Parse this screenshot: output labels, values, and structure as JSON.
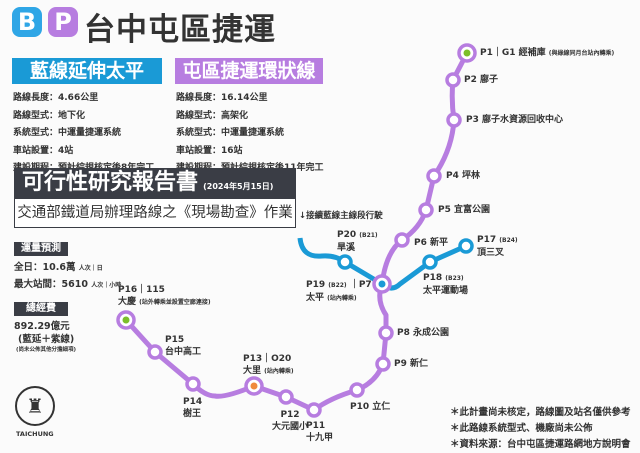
{
  "header": {
    "badge_b": "B",
    "badge_p": "P",
    "title": "台中屯區捷運"
  },
  "blue_line": {
    "title": "藍線延伸太平",
    "rows": [
      "路線長度：4.66公里",
      "路線型式：地下化",
      "系統型式：中運量捷運系統",
      "車站設置：4站",
      "建設期程：預計綜規核定後8年完工"
    ]
  },
  "purple_line": {
    "title": "屯區捷運環狀線",
    "rows": [
      "路線長度：16.14公里",
      "路線型式：高架化",
      "系統型式：中運量捷運系統",
      "車站設置：16站",
      "建設期程：預計綜規核定後11年完工"
    ]
  },
  "report": {
    "title": "可行性研究報告書",
    "date": "(2024年5月15日)",
    "subtitle": "交通部鐵道局辦理路線之《現場勘查》作業"
  },
  "connect_note": "↓接續藍線主線段行駛",
  "ridership": {
    "label": "運量預測",
    "daily": "全日：10.6萬",
    "daily_unit": "人次｜日",
    "peak": "最大站間：5610",
    "peak_unit": "人次｜小時"
  },
  "budget": {
    "label": "總經費",
    "amount": "892.29億元",
    "scope": "(藍延＋紫線)",
    "note": "(尚未公佈其他分擔細項)"
  },
  "stations": {
    "p1": {
      "name": "P1｜G1 經補庫",
      "note": "(與綠線同月台站內轉乘)"
    },
    "p2": "P2 廍子",
    "p3": "P3 廍子水資源回收中心",
    "p4": "P4 坪林",
    "p5": "P5 宜富公園",
    "p6": "P6 新平",
    "p17": {
      "code": "P17",
      "sub": "(B24)",
      "name": "頂三叉"
    },
    "p18": {
      "code": "P18",
      "sub": "(B23)",
      "name": "太平運動場"
    },
    "p20": {
      "code": "P20",
      "sub": "(B21)",
      "name": "旱溪"
    },
    "p19": {
      "code": "P19",
      "sub": "(B22)",
      "code2": "｜P7",
      "name": "太平",
      "note": "(站內轉乘)"
    },
    "p8": "P8 永成公園",
    "p9": "P9 新仁",
    "p10": "P10 立仁",
    "p11": {
      "code": "P11",
      "name": "十九甲"
    },
    "p12": {
      "code": "P12",
      "name": "大元國小"
    },
    "p13": {
      "code": "P13｜O20",
      "name": "大里",
      "note": "(站內轉乘)"
    },
    "p14": {
      "code": "P14",
      "name": "樹王"
    },
    "p15": {
      "code": "P15",
      "name": "台中高工"
    },
    "p16": {
      "code": "P16｜115",
      "name": "大慶",
      "note": "(站外轉乘並設置空廊連接)"
    }
  },
  "notes": [
    "＊此計畫尚未核定，路線圖及站名僅供參考",
    "＊此路線系統型式、機廠尚未公佈",
    "＊資料來源：台中屯區捷運路網地方說明會"
  ],
  "logo_text": "TAICHUNG",
  "colors": {
    "blue": "#1a9ad6",
    "purple": "#b77de0",
    "dark": "#3a3d45",
    "green": "#7cbf2a",
    "orange": "#f08a3c"
  }
}
